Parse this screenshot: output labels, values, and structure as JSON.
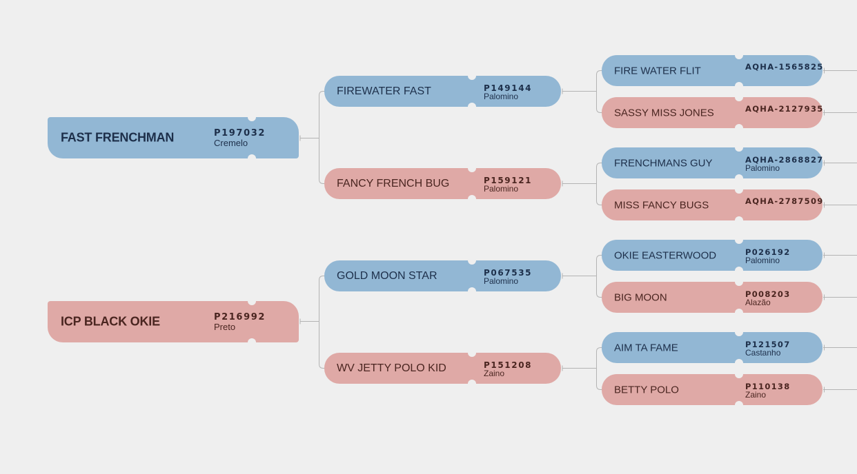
{
  "colors": {
    "background": "#efefef",
    "male": "#92b7d4",
    "female": "#dfa9a6",
    "male_text": "#1d2f4a",
    "female_text": "#4a2520",
    "connector": "#b3b3b3"
  },
  "parents": [
    {
      "name": "FAST FRENCHMAN",
      "reg": "P197032",
      "coat": "Cremelo",
      "sex": "male"
    },
    {
      "name": "ICP BLACK OKIE",
      "reg": "P216992",
      "coat": "Preto",
      "sex": "female"
    }
  ],
  "grandparents": [
    {
      "name": "FIREWATER FAST",
      "reg": "P149144",
      "coat": "Palomino",
      "sex": "male"
    },
    {
      "name": "FANCY FRENCH BUG",
      "reg": "P159121",
      "coat": "Palomino",
      "sex": "female"
    },
    {
      "name": "GOLD MOON STAR",
      "reg": "P067535",
      "coat": "Palomino",
      "sex": "male"
    },
    {
      "name": "WV JETTY POLO KID",
      "reg": "P151208",
      "coat": "Zaino",
      "sex": "female"
    }
  ],
  "great_grandparents": [
    {
      "name": "FIRE WATER FLIT",
      "reg": "AQHA-1565825",
      "coat": "",
      "sex": "male"
    },
    {
      "name": "SASSY MISS JONES",
      "reg": "AQHA-2127935",
      "coat": "",
      "sex": "female"
    },
    {
      "name": "FRENCHMANS GUY",
      "reg": "AQHA-2868827",
      "coat": "Palomino",
      "sex": "male"
    },
    {
      "name": "MISS FANCY BUGS",
      "reg": "AQHA-2787509",
      "coat": "",
      "sex": "female"
    },
    {
      "name": "OKIE EASTERWOOD",
      "reg": "P026192",
      "coat": "Palomino",
      "sex": "male"
    },
    {
      "name": "BIG MOON",
      "reg": "P008203",
      "coat": "Alazão",
      "sex": "female"
    },
    {
      "name": "AIM TA FAME",
      "reg": "P121507",
      "coat": "Castanho",
      "sex": "male"
    },
    {
      "name": "BETTY POLO",
      "reg": "P110138",
      "coat": "Zaino",
      "sex": "female"
    }
  ]
}
